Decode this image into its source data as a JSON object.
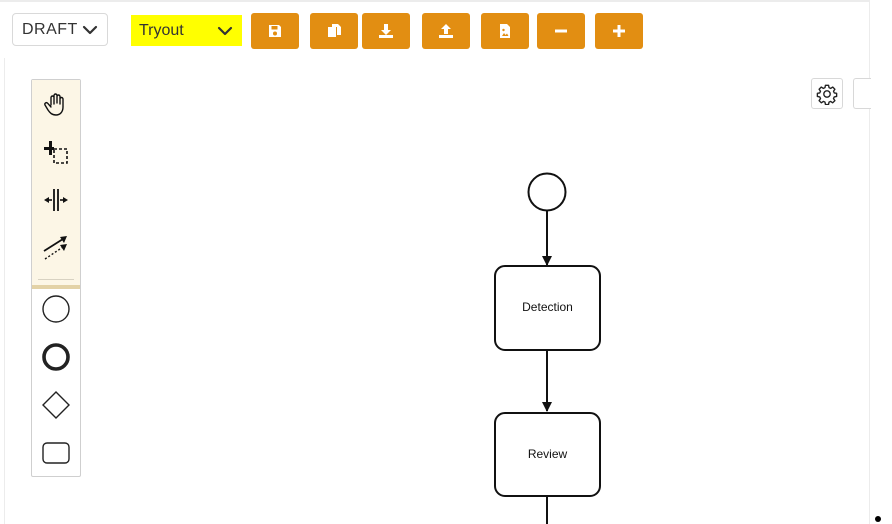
{
  "toolbar": {
    "status_select": {
      "value": "DRAFT"
    },
    "variant_select": {
      "value": "Tryout",
      "highlight_color": "#ffff00"
    },
    "accent_color": "#e28e12",
    "buttons": [
      {
        "name": "save-button",
        "icon": "floppy-disk-icon"
      },
      {
        "name": "copy-button",
        "icon": "copy-icon"
      },
      {
        "name": "download-button",
        "icon": "download-icon"
      },
      {
        "name": "upload-button",
        "icon": "upload-icon"
      },
      {
        "name": "export-image-button",
        "icon": "file-image-icon"
      },
      {
        "name": "zoom-out-button",
        "icon": "minus-icon"
      },
      {
        "name": "zoom-in-button",
        "icon": "plus-icon"
      }
    ]
  },
  "palette": {
    "tools": [
      {
        "name": "hand-tool",
        "icon": "hand-icon"
      },
      {
        "name": "lasso-tool",
        "icon": "lasso-select-icon"
      },
      {
        "name": "space-tool",
        "icon": "space-tool-icon"
      },
      {
        "name": "connect-tool",
        "icon": "global-connect-icon"
      }
    ],
    "shapes": [
      {
        "name": "start-event-shape",
        "icon": "circle-thin-icon"
      },
      {
        "name": "end-event-shape",
        "icon": "circle-thick-icon"
      },
      {
        "name": "gateway-shape",
        "icon": "diamond-icon"
      },
      {
        "name": "task-shape",
        "icon": "rounded-rect-icon"
      }
    ]
  },
  "settings": {
    "icon": "gear-icon"
  },
  "diagram": {
    "tasks": [
      {
        "label": "Detection"
      },
      {
        "label": "Review"
      }
    ]
  }
}
